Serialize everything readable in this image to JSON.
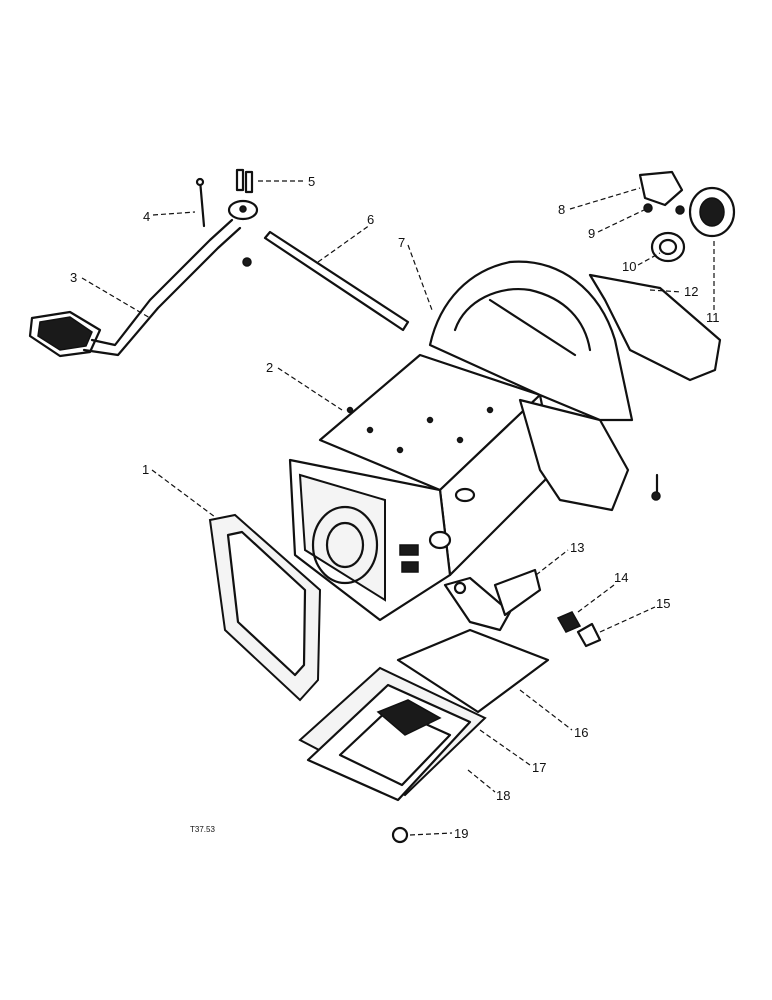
{
  "drawing_ref": "T37.53",
  "callouts": [
    "1",
    "2",
    "3",
    "4",
    "5",
    "6",
    "7",
    "8",
    "9",
    "10",
    "11",
    "12",
    "13",
    "14",
    "15",
    "16",
    "17",
    "18",
    "19"
  ],
  "ink_color": "#111111",
  "paper_color": "#ffffff"
}
